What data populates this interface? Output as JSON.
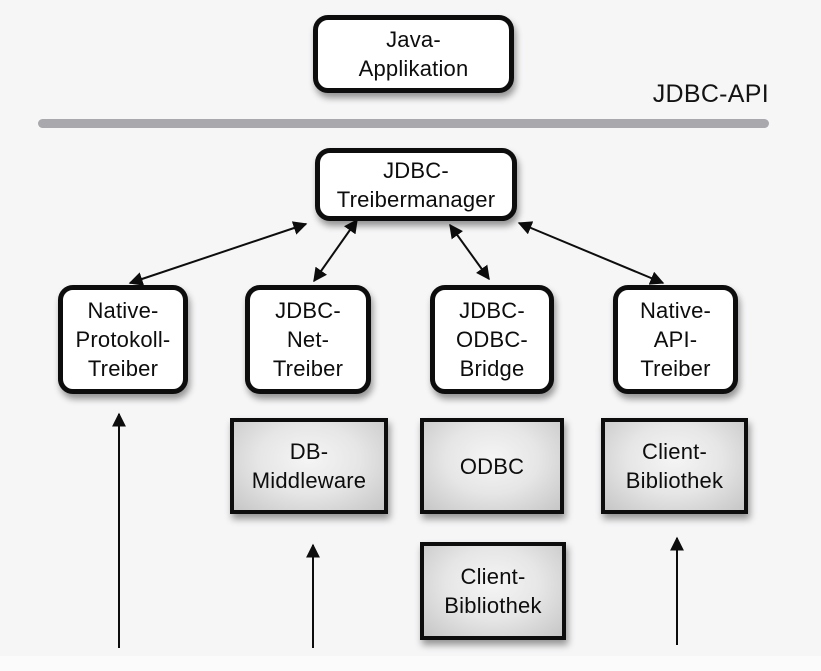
{
  "diagram": {
    "api_label": "JDBC-API",
    "nodes": {
      "java_application": {
        "lines": [
          "Java-",
          "Applikation"
        ]
      },
      "jdbc_treibermanager": {
        "lines": [
          "JDBC-",
          "Treibermanager"
        ]
      },
      "native_protokoll_treiber": {
        "lines": [
          "Native-",
          "Protokoll-",
          "Treiber"
        ]
      },
      "jdbc_net_treiber": {
        "lines": [
          "JDBC-",
          "Net-",
          "Treiber"
        ]
      },
      "jdbc_odbc_bridge": {
        "lines": [
          "JDBC-",
          "ODBC-",
          "Bridge"
        ]
      },
      "native_api_treiber": {
        "lines": [
          "Native-",
          "API-",
          "Treiber"
        ]
      },
      "db_middleware": {
        "lines": [
          "DB-",
          "Middleware"
        ]
      },
      "odbc": {
        "lines": [
          "ODBC"
        ]
      },
      "client_bibliothek_right": {
        "lines": [
          "Client-",
          "Bibliothek"
        ]
      },
      "client_bibliothek_center": {
        "lines": [
          "Client-",
          "Bibliothek"
        ]
      }
    },
    "colors": {
      "background": "#f6f6f7",
      "divider_bar": "#a9a9ad",
      "box_border": "#0d0d0d",
      "box_fill_white": "#ffffff",
      "gray_fill_center": "#f5f5f5",
      "gray_fill_edge": "#c6c6c6"
    }
  }
}
